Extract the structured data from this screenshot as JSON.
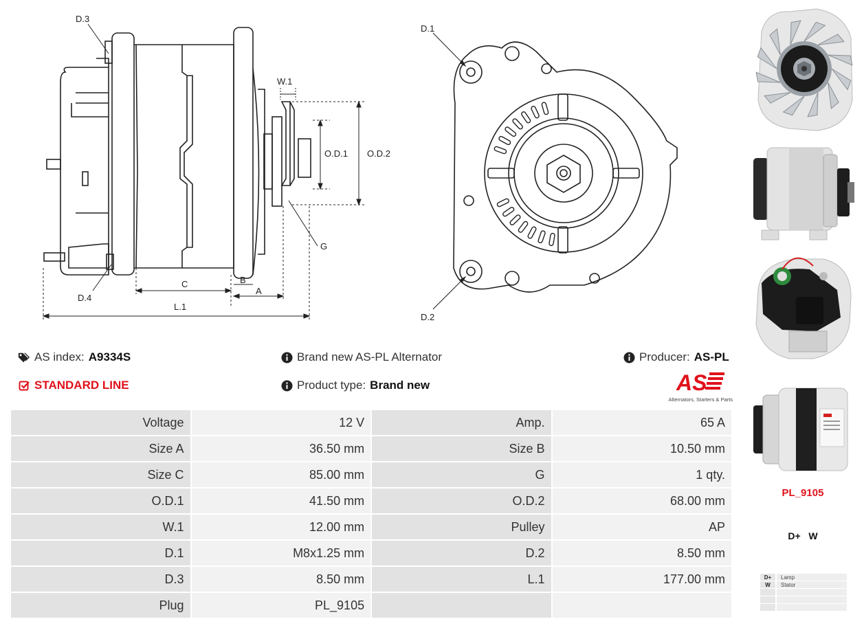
{
  "diagram": {
    "side_labels": {
      "d3": "D.3",
      "w1": "W.1",
      "od1": "O.D.1",
      "od2": "O.D.2",
      "g": "G",
      "c": "C",
      "b": "B",
      "a": "A",
      "d4": "D.4",
      "l1": "L.1"
    },
    "front_labels": {
      "d1": "D.1",
      "d2": "D.2"
    }
  },
  "info": {
    "as_index_label": "AS index:",
    "as_index_value": "A9334S",
    "line_label": "STANDARD LINE",
    "description": "Brand new AS-PL Alternator",
    "product_type_label": "Product type:",
    "product_type_value": "Brand new",
    "producer_label": "Producer:",
    "producer_value": "AS-PL",
    "logo_text": "AS",
    "logo_tagline": "Alternators, Starters & Parts"
  },
  "specs": [
    [
      "Voltage",
      "12 V",
      "Amp.",
      "65 A"
    ],
    [
      "Size A",
      "36.50 mm",
      "Size B",
      "10.50 mm"
    ],
    [
      "Size C",
      "85.00 mm",
      "G",
      "1 qty."
    ],
    [
      "O.D.1",
      "41.50 mm",
      "O.D.2",
      "68.00 mm"
    ],
    [
      "W.1",
      "12.00 mm",
      "Pulley",
      "AP"
    ],
    [
      "D.1",
      "M8x1.25 mm",
      "D.2",
      "8.50 mm"
    ],
    [
      "D.3",
      "8.50 mm",
      "L.1",
      "177.00 mm"
    ],
    [
      "Plug",
      "PL_9105",
      "",
      ""
    ]
  ],
  "connector": {
    "plug_code": "PL_9105",
    "terminals": "D+   W",
    "legend": [
      {
        "key": "D+",
        "value": "Lamp"
      },
      {
        "key": "W",
        "value": "Stator"
      },
      {
        "key": "",
        "value": ""
      },
      {
        "key": "",
        "value": ""
      },
      {
        "key": "",
        "value": ""
      }
    ]
  },
  "colors": {
    "accent_red": "#e0111b",
    "label_cell": "#e2e2e2",
    "value_cell": "#f2f2f2"
  },
  "icons": [
    "tags-icon",
    "check-square-icon",
    "info-circle-icon"
  ]
}
